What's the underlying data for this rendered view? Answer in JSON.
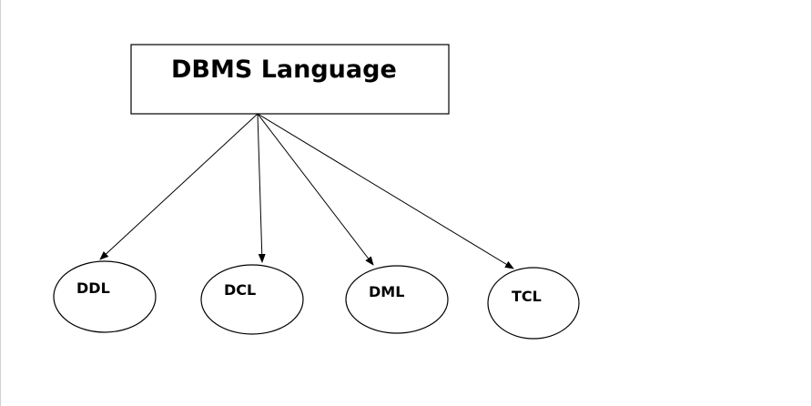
{
  "root": {
    "label": "DBMS Language"
  },
  "children": [
    {
      "label": "DDL"
    },
    {
      "label": "DCL"
    },
    {
      "label": "DML"
    },
    {
      "label": "TCL"
    }
  ]
}
